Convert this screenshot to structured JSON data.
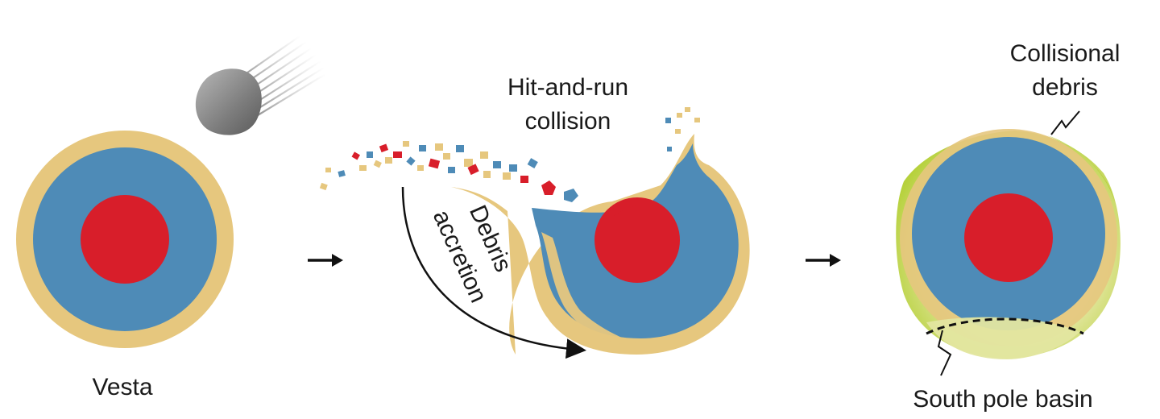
{
  "labels": {
    "vesta": "Vesta",
    "hit_and_run_line1": "Hit-and-run",
    "hit_and_run_line2": "collision",
    "debris_accretion_line1": "Debris",
    "debris_accretion_line2": "accretion",
    "collisional_debris_line1": "Collisional",
    "collisional_debris_line2": "debris",
    "south_pole_basin": "South pole basin"
  },
  "colors": {
    "crust": "#E6C77E",
    "mantle": "#4E8BB7",
    "core": "#D81E2A",
    "debris_layer": "#B6D13C",
    "impactor": "#8A8A8A",
    "arrow": "#111111"
  },
  "icons": [
    "impactor-asteroid",
    "step-arrow",
    "curved-accretion-arrow",
    "leader-squiggle"
  ]
}
